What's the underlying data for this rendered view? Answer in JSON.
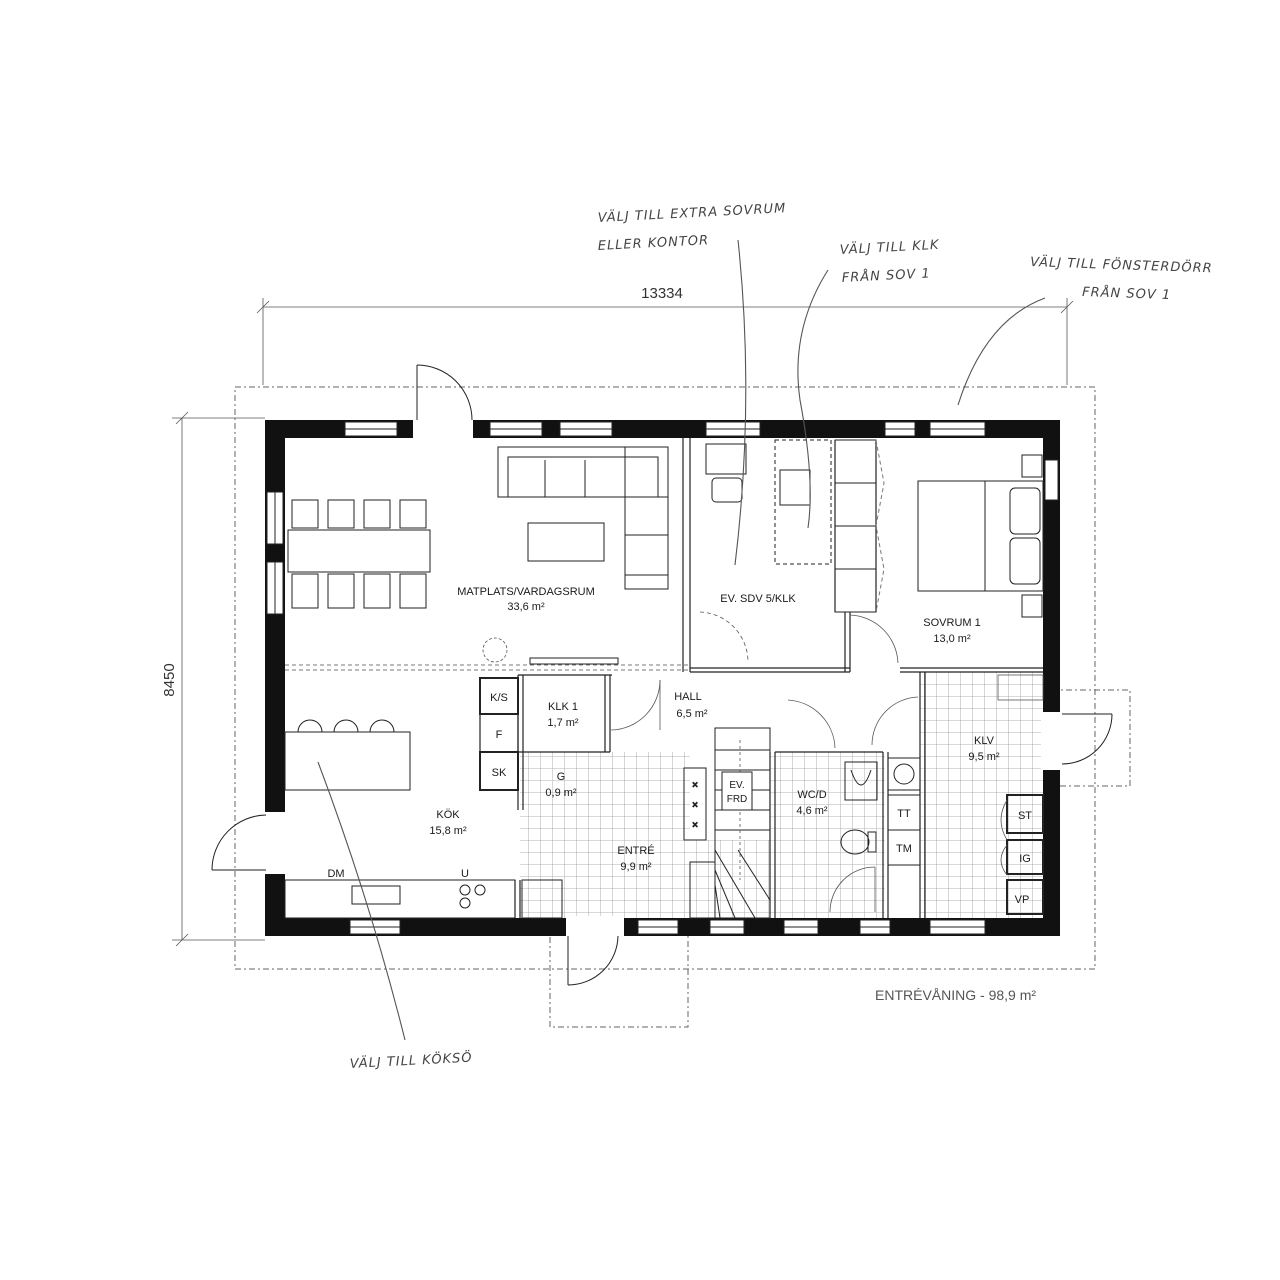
{
  "dimensions": {
    "width": "13334",
    "height": "8450"
  },
  "rooms": {
    "matplats": {
      "name": "MATPLATS/VARDAGSRUM",
      "area": "33,6 m²"
    },
    "sov5": {
      "name": "EV. SDV 5/KLK"
    },
    "sovrum1": {
      "name": "SOVRUM 1",
      "area": "13,0 m²"
    },
    "klk1": {
      "name": "KLK 1",
      "area": "1,7 m²"
    },
    "hall": {
      "name": "HALL",
      "area": "6,5 m²"
    },
    "klv": {
      "name": "KLV",
      "area": "9,5 m²"
    },
    "g": {
      "name": "G",
      "area": "0,9 m²"
    },
    "kok": {
      "name": "KÖK",
      "area": "15,8 m²"
    },
    "entre": {
      "name": "ENTRÉ",
      "area": "9,9 m²"
    },
    "wcd": {
      "name": "WC/D",
      "area": "4,6 m²"
    }
  },
  "fixtures": {
    "ks": "K/S",
    "f": "F",
    "sk": "SK",
    "dm": "DM",
    "u": "U",
    "ev": "EV.",
    "fr": "FRD",
    "tt": "TT",
    "tm": "TM",
    "st": "ST",
    "ig": "IG",
    "vp": "VP"
  },
  "notes": {
    "extra_line1": "VÄLJ TILL EXTRA SOVRUM",
    "extra_line2": "ELLER KONTOR",
    "klk_line1": "VÄLJ TILL KLK",
    "klk_line2": "FRÅN SOV 1",
    "door_line1": "VÄLJ TILL FÖNSTERDÖRR",
    "door_line2": "FRÅN SOV 1",
    "kokso": "VÄLJ TILL KÖKSÖ"
  },
  "footer": "ENTRÉVÅNING - 98,9 m²"
}
